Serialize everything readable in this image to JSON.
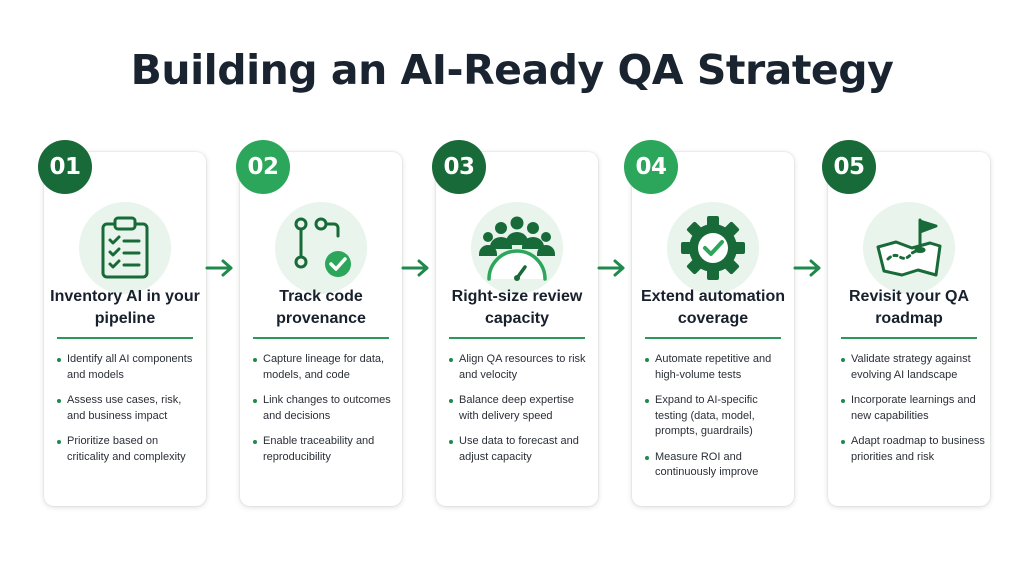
{
  "title": "Building an AI-Ready QA Strategy",
  "colors": {
    "dark_green": "#186b38",
    "light_green": "#2ba65a",
    "accent_green": "#1f8a4c",
    "icon_bg": "#e8f4ec",
    "text_dark": "#17202c"
  },
  "steps": [
    {
      "number": "01",
      "icon": "clipboard-checklist-icon",
      "title": "Inventory AI in your pipeline",
      "bullets": [
        "Identify all AI components and models",
        "Assess use cases, risk, and business impact",
        "Prioritize based on criticality and complexity"
      ]
    },
    {
      "number": "02",
      "icon": "git-branch-check-icon",
      "title": "Track code provenance",
      "bullets": [
        "Capture lineage for data, models, and code",
        "Link changes to outcomes and decisions",
        "Enable traceability and reproducibility"
      ]
    },
    {
      "number": "03",
      "icon": "team-gauge-icon",
      "title": "Right-size review capacity",
      "bullets": [
        "Align QA resources to risk and velocity",
        "Balance deep expertise with delivery speed",
        "Use data to forecast and adjust capacity"
      ]
    },
    {
      "number": "04",
      "icon": "gear-check-icon",
      "title": "Extend automation coverage",
      "bullets": [
        "Automate repetitive and high-volume tests",
        "Expand to AI-specific testing (data, model, prompts, guardrails)",
        "Measure ROI and continuously improve"
      ]
    },
    {
      "number": "05",
      "icon": "map-flag-icon",
      "title": "Revisit your QA roadmap",
      "bullets": [
        "Validate strategy against evolving AI landscape",
        "Incorporate learnings and new capabilities",
        "Adapt roadmap to business priorities and risk"
      ]
    }
  ]
}
